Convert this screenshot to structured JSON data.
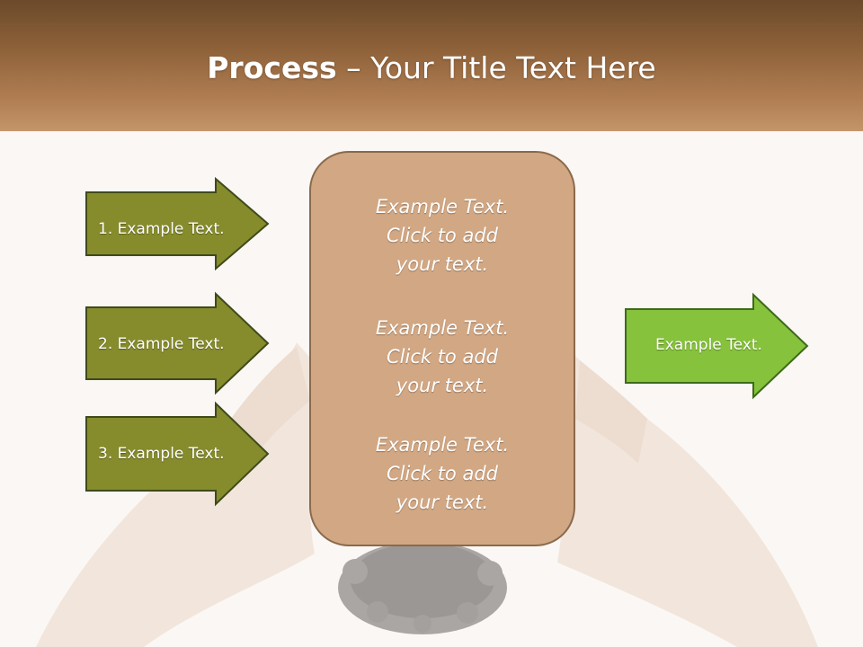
{
  "slide": {
    "title_bold": "Process",
    "title_rest": " – Your Title Text Here"
  },
  "left_arrows": [
    {
      "label": "1. Example Text."
    },
    {
      "label": "2. Example Text."
    },
    {
      "label": "3. Example Text."
    }
  ],
  "center_box": {
    "blocks": [
      {
        "line1": "Example Text.",
        "line2": "Click  to add",
        "line3": "your text."
      },
      {
        "line1": "Example Text.",
        "line2": "Click  to add",
        "line3": "your text."
      },
      {
        "line1": "Example Text.",
        "line2": "Click  to add",
        "line3": "your text."
      }
    ]
  },
  "right_arrow": {
    "label": "Example Text."
  },
  "colors": {
    "header_dark": "#6b4a2b",
    "header_light": "#c4956a",
    "left_arrow_fill": "#868b2c",
    "right_arrow_fill": "#86c23b",
    "center_fill": "#d2a783"
  }
}
